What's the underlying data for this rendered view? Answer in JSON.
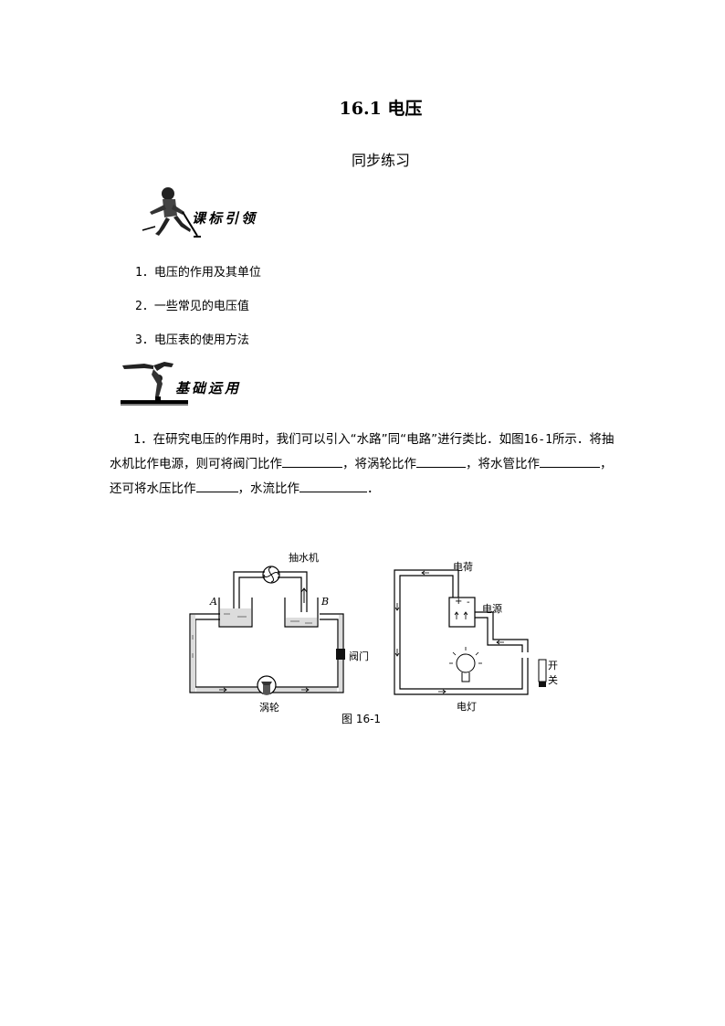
{
  "title": "16.1 电压",
  "subtitle": "同步练习",
  "section1_header": "课标引领",
  "objectives": [
    {
      "num": "1．",
      "text": "电压的作用及其单位"
    },
    {
      "num": "2．",
      "text": "一些常见的电压值"
    },
    {
      "num": "3．",
      "text": "电压表的使用方法"
    }
  ],
  "section2_header": "基础运用",
  "question": {
    "num": "1．",
    "part1": "在研究电压的作用时，我们可以引入“水路”同“电路”进行类比．如图",
    "fig_ref": "16-1",
    "part2": "所示．将抽水机比作电源，则可将阀门比作",
    "part3": "，将涡轮比作",
    "part4": "，将水管比作",
    "part5": "，还可将水压比作",
    "part6": "，水流比作",
    "part7": "．"
  },
  "figure": {
    "caption": "图 16-1",
    "water_labels": {
      "pump": "抽水机",
      "a": "A",
      "b": "B",
      "valve": "阀门",
      "turbine": "涡轮"
    },
    "circuit_labels": {
      "charge": "电荷",
      "source": "电源",
      "switch": "开关",
      "lamp": "电灯",
      "plus": "+",
      "minus": "-"
    }
  }
}
